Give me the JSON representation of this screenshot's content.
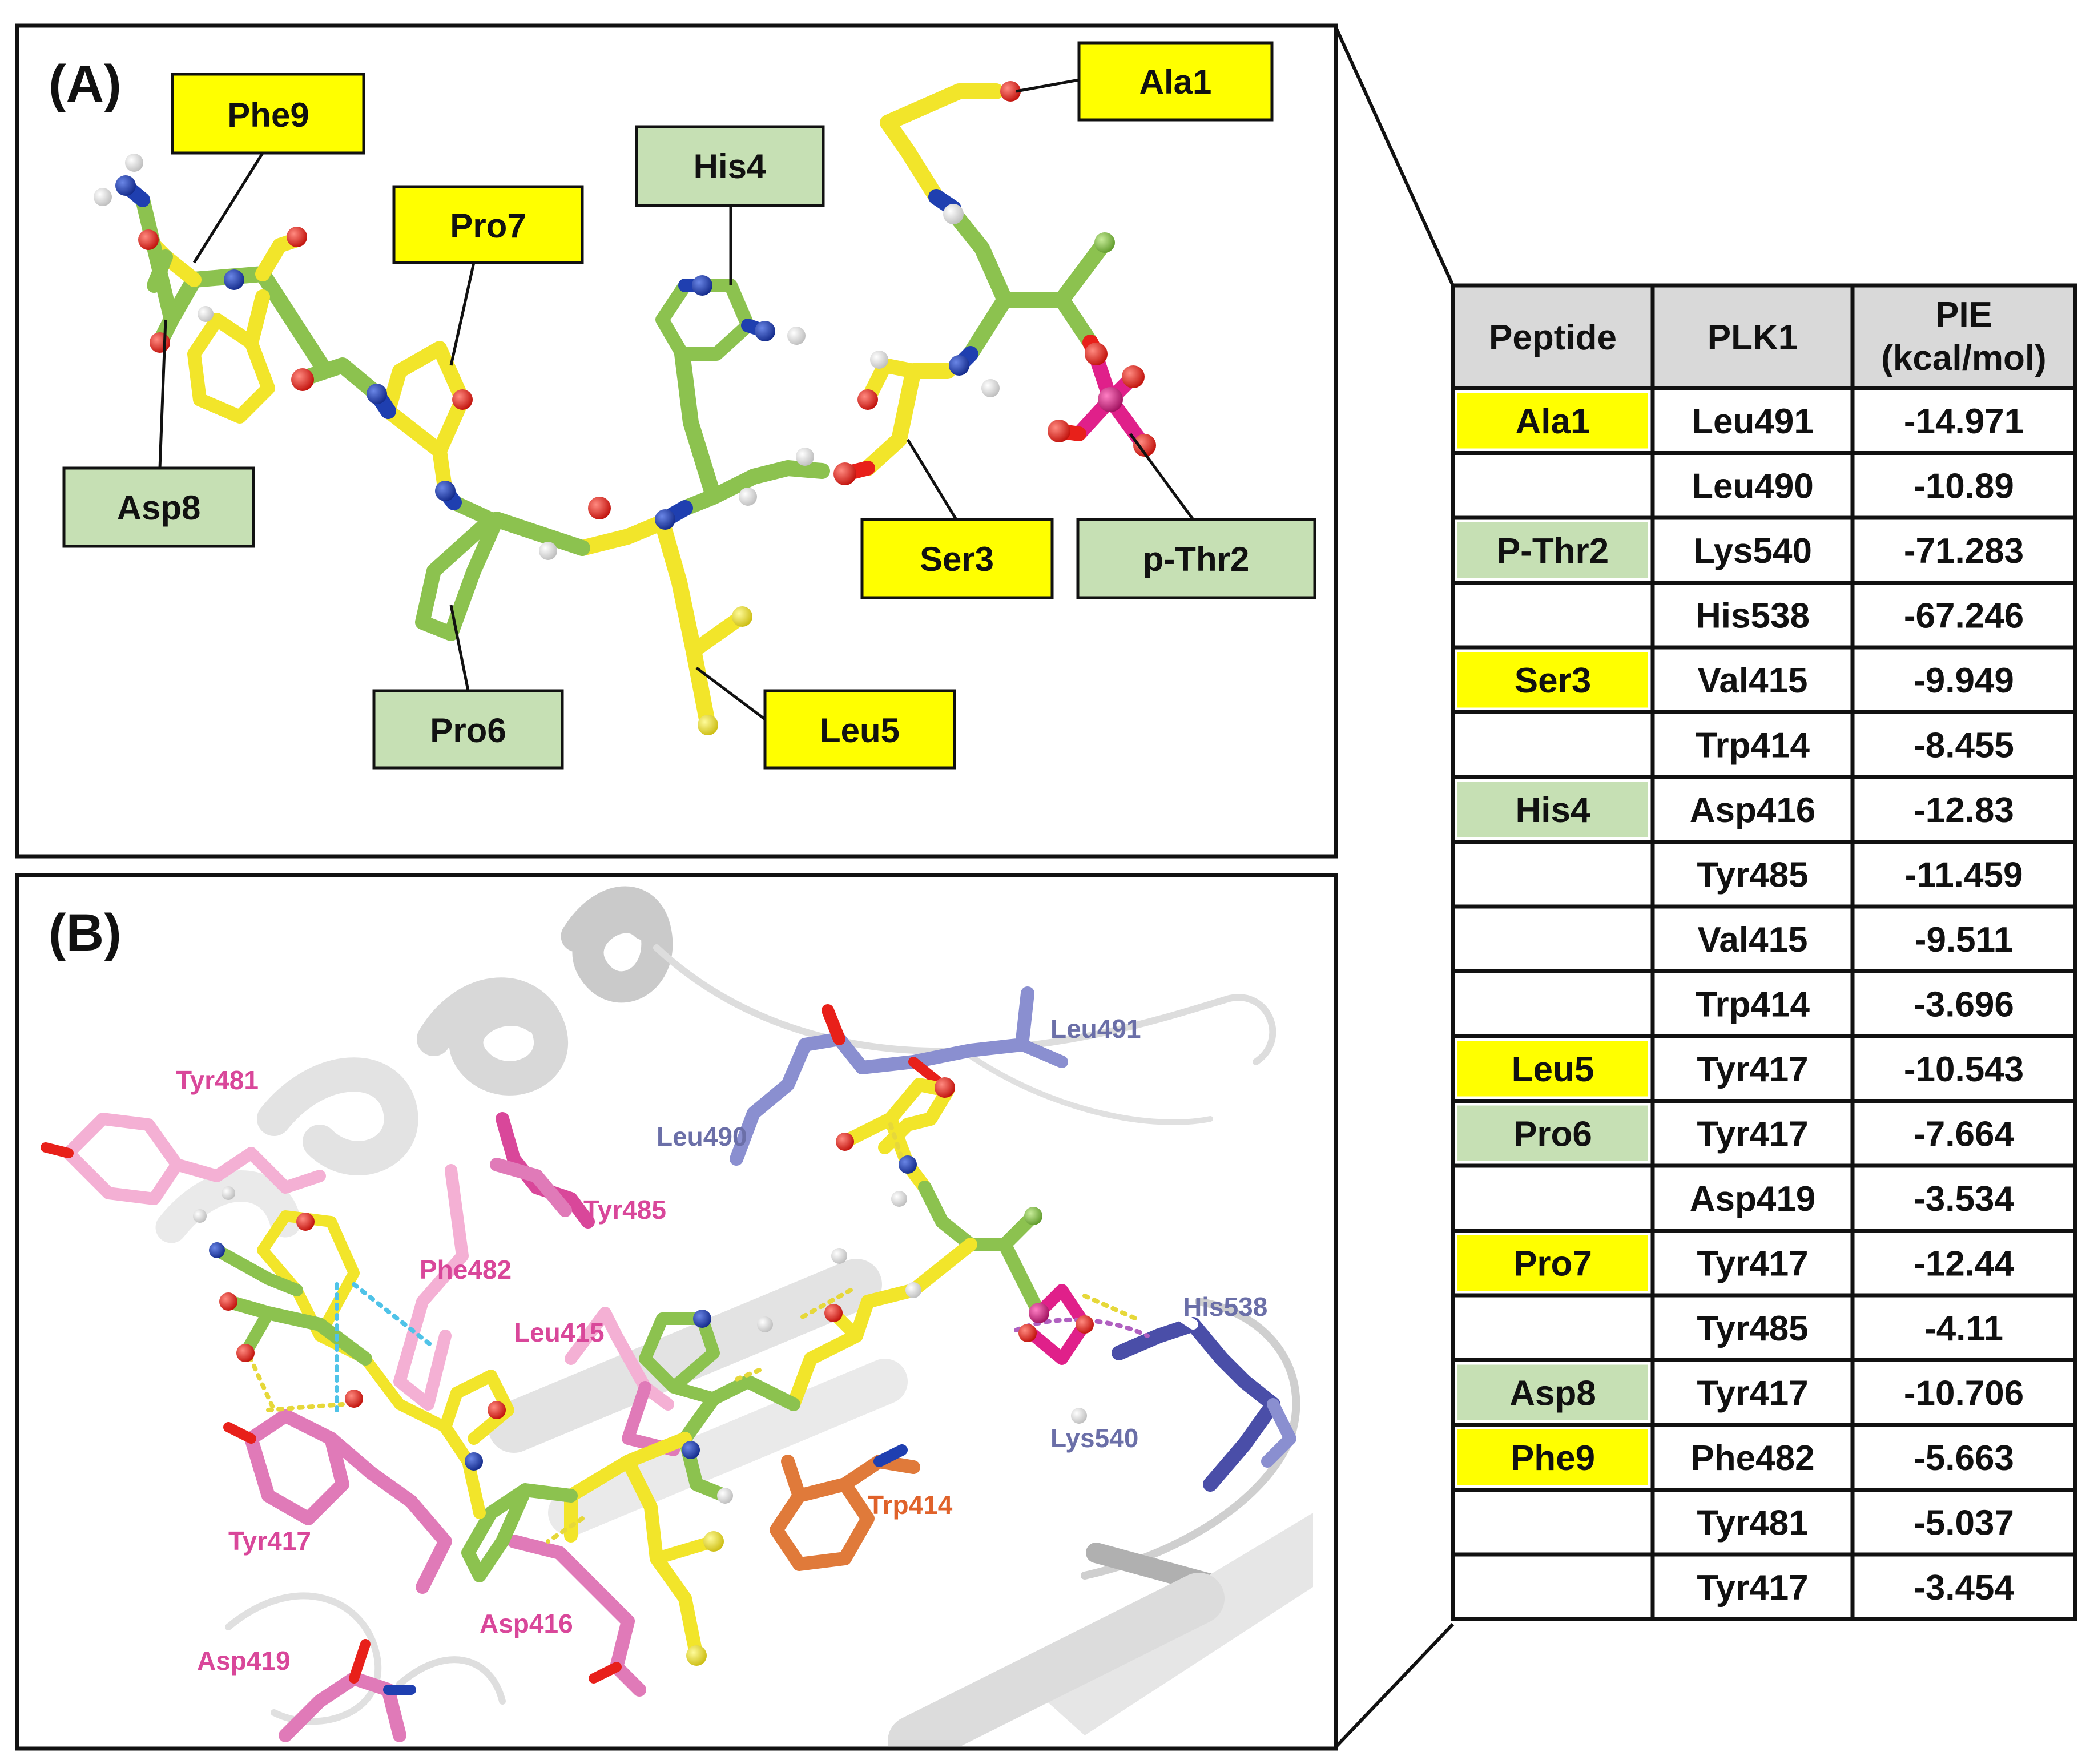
{
  "colors": {
    "label_yellow": "#ffff00",
    "label_green": "#c6e0b4",
    "header_gray": "#d9d9d9",
    "carbon_yellow": "#f2e52a",
    "carbon_green": "#8cc24f",
    "oxygen": "#e8201a",
    "nitrogen": "#1f3fb0",
    "phosphorus": "#e0208a",
    "hydrogen": "#f2f2f2",
    "pink_residue": "#e07ab8",
    "blue_residue": "#8a8fd0",
    "orange_residue": "#e07a3a"
  },
  "panelA": {
    "letter": "(A)",
    "labels": [
      {
        "text": "Phe9",
        "color": "yellow"
      },
      {
        "text": "Pro7",
        "color": "yellow"
      },
      {
        "text": "His4",
        "color": "green"
      },
      {
        "text": "Ala1",
        "color": "yellow"
      },
      {
        "text": "Asp8",
        "color": "green"
      },
      {
        "text": "Ser3",
        "color": "yellow"
      },
      {
        "text": "p-Thr2",
        "color": "green"
      },
      {
        "text": "Pro6",
        "color": "green"
      },
      {
        "text": "Leu5",
        "color": "yellow"
      }
    ]
  },
  "panelB": {
    "letter": "(B)",
    "labels": [
      {
        "text": "Leu491",
        "color": "#6b6fa8"
      },
      {
        "text": "Tyr481",
        "color": "#d9479a"
      },
      {
        "text": "Leu490",
        "color": "#6b6fa8"
      },
      {
        "text": "Tyr485",
        "color": "#d9479a"
      },
      {
        "text": "Phe482",
        "color": "#d9479a"
      },
      {
        "text": "Leu415",
        "color": "#d9479a"
      },
      {
        "text": "His538",
        "color": "#6b6fa8"
      },
      {
        "text": "Lys540",
        "color": "#6b6fa8"
      },
      {
        "text": "Tyr417",
        "color": "#d9479a"
      },
      {
        "text": "Trp414",
        "color": "#e0622a"
      },
      {
        "text": "Asp416",
        "color": "#d9479a"
      },
      {
        "text": "Asp419",
        "color": "#d9479a"
      }
    ]
  },
  "table": {
    "headers": [
      "Peptide",
      "PLK1",
      "PIE"
    ],
    "header_unit": "(kcal/mol)",
    "rows": [
      {
        "peptide": "Ala1",
        "shade": "yellow",
        "plk1": "Leu491",
        "pie": "-14.971"
      },
      {
        "peptide": "",
        "shade": "none",
        "plk1": "Leu490",
        "pie": "-10.89"
      },
      {
        "peptide": "P-Thr2",
        "shade": "green",
        "plk1": "Lys540",
        "pie": "-71.283"
      },
      {
        "peptide": "",
        "shade": "none",
        "plk1": "His538",
        "pie": "-67.246"
      },
      {
        "peptide": "Ser3",
        "shade": "yellow",
        "plk1": "Val415",
        "pie": "-9.949"
      },
      {
        "peptide": "",
        "shade": "none",
        "plk1": "Trp414",
        "pie": "-8.455"
      },
      {
        "peptide": "His4",
        "shade": "green",
        "plk1": "Asp416",
        "pie": "-12.83"
      },
      {
        "peptide": "",
        "shade": "none",
        "plk1": "Tyr485",
        "pie": "-11.459"
      },
      {
        "peptide": "",
        "shade": "none",
        "plk1": "Val415",
        "pie": "-9.511"
      },
      {
        "peptide": "",
        "shade": "none",
        "plk1": "Trp414",
        "pie": "-3.696"
      },
      {
        "peptide": "Leu5",
        "shade": "yellow",
        "plk1": "Tyr417",
        "pie": "-10.543"
      },
      {
        "peptide": "Pro6",
        "shade": "green",
        "plk1": "Tyr417",
        "pie": "-7.664"
      },
      {
        "peptide": "",
        "shade": "none",
        "plk1": "Asp419",
        "pie": "-3.534"
      },
      {
        "peptide": "Pro7",
        "shade": "yellow",
        "plk1": "Tyr417",
        "pie": "-12.44"
      },
      {
        "peptide": "",
        "shade": "none",
        "plk1": "Tyr485",
        "pie": "-4.11"
      },
      {
        "peptide": "Asp8",
        "shade": "green",
        "plk1": "Tyr417",
        "pie": "-10.706"
      },
      {
        "peptide": "Phe9",
        "shade": "yellow",
        "plk1": "Phe482",
        "pie": "-5.663"
      },
      {
        "peptide": "",
        "shade": "none",
        "plk1": "Tyr481",
        "pie": "-5.037"
      },
      {
        "peptide": "",
        "shade": "none",
        "plk1": "Tyr417",
        "pie": "-3.454"
      }
    ]
  }
}
